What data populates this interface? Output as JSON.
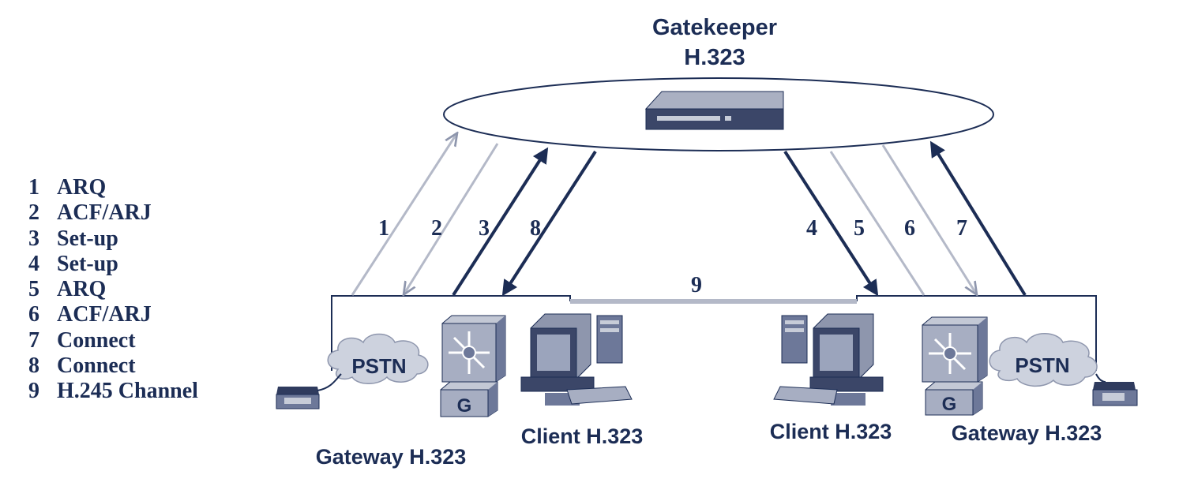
{
  "title": {
    "line1": "Gatekeeper",
    "line2": "H.323"
  },
  "legend": [
    {
      "num": "1",
      "label": "ARQ"
    },
    {
      "num": "2",
      "label": "ACF/ARJ"
    },
    {
      "num": "3",
      "label": "Set-up"
    },
    {
      "num": "4",
      "label": "Set-up"
    },
    {
      "num": "5",
      "label": "ARQ"
    },
    {
      "num": "6",
      "label": "ACF/ARJ"
    },
    {
      "num": "7",
      "label": "Connect"
    },
    {
      "num": "8",
      "label": "Connect"
    },
    {
      "num": "9",
      "label": "H.245 Channel"
    }
  ],
  "flow_numbers": [
    "1",
    "2",
    "3",
    "8",
    "4",
    "5",
    "6",
    "7",
    "9"
  ],
  "left_site": {
    "pstn": "PSTN",
    "gateway_letter": "G",
    "gateway_label": "Gateway H.323",
    "client_label": "Client H.323"
  },
  "right_site": {
    "pstn": "PSTN",
    "gateway_letter": "G",
    "gateway_label": "Gateway H.323",
    "client_label": "Client H.323"
  },
  "colors": {
    "dark_navy": "#1c2d55",
    "light_gray_arrow": "#b4b9c8",
    "pstn_cloud": "#cdd2de"
  },
  "icons": [
    "gatekeeper-device-icon",
    "router-icon",
    "computer-icon",
    "telephone-icon",
    "cloud-icon"
  ]
}
